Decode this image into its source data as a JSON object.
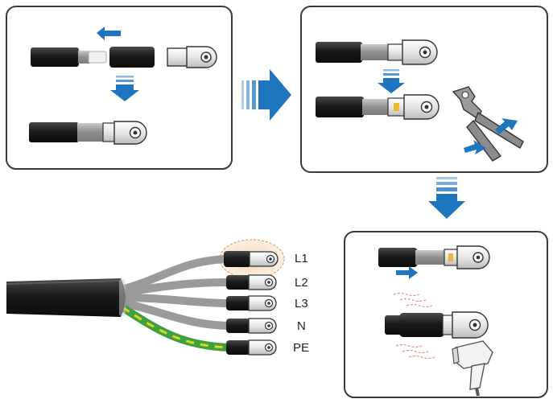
{
  "wire_labels": {
    "l1": "L1",
    "l2": "L2",
    "l3": "L3",
    "n": "N",
    "pe": "PE"
  },
  "icons": [
    "strip-arrow-icon",
    "next-step-arrow-icon",
    "crimping-tool-icon",
    "heat-gun-icon"
  ],
  "colors": {
    "arrow": "#1f75be",
    "panel_border": "#3a3a3a",
    "cable_black": "#1e1e1e",
    "conductor_gray": "#9a9a9a",
    "pe_green": "#3fa040",
    "pe_yellow": "#e0d21f",
    "highlight": "#f1c49a"
  }
}
